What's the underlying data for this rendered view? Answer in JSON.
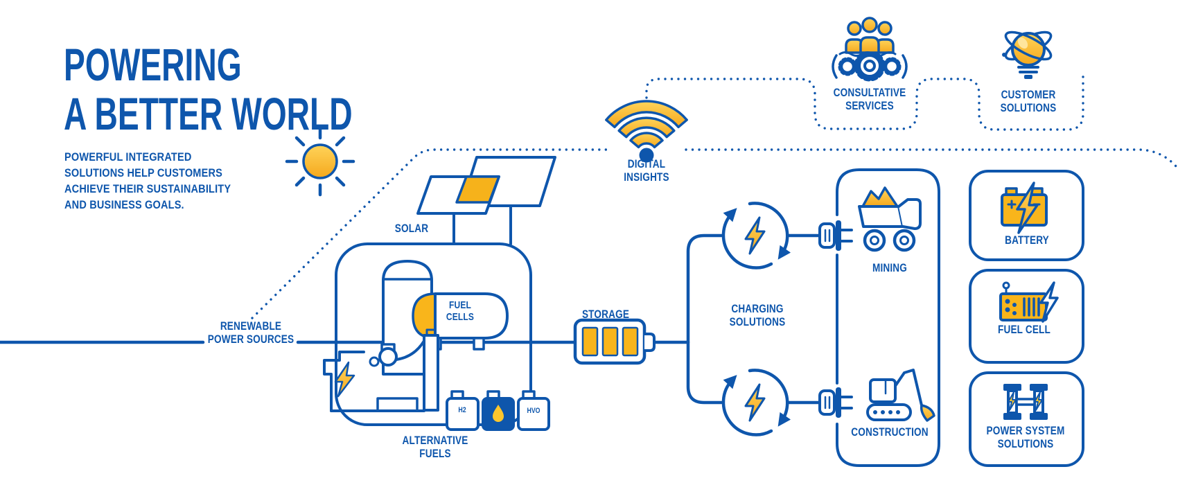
{
  "colors": {
    "primary_blue": "#0e56ac",
    "accent_yellow": "#f9b51c",
    "accent_yellow_light": "#ffd45a",
    "background": "#ffffff"
  },
  "header": {
    "title": "POWERING\nA BETTER WORLD",
    "subtitle": "POWERFUL INTEGRATED\nSOLUTIONS HELP CUSTOMERS\nACHIEVE THEIR SUSTAINABILITY\nAND BUSINESS GOALS."
  },
  "nodes": {
    "renewable_power_sources": "RENEWABLE\nPOWER SOURCES",
    "solar": "SOLAR",
    "fuel_cells_tank": "FUEL\nCELLS",
    "alternative_fuels": "ALTERNATIVE\nFUELS",
    "fuel_can_h2": "H2",
    "fuel_can_hvo": "HVO",
    "storage": "STORAGE",
    "digital_insights": "DIGITAL\nINSIGHTS",
    "consultative_services": "CONSULTATIVE\nSERVICES",
    "customer_solutions": "CUSTOMER\nSOLUTIONS",
    "charging_solutions": "CHARGING\nSOLUTIONS",
    "mining": "MINING",
    "construction": "CONSTRUCTION",
    "battery": "BATTERY",
    "fuel_cell": "FUEL CELL",
    "power_system_solutions": "POWER SYSTEM\nSOLUTIONS"
  },
  "icons": [
    "sun-icon",
    "solar-panels-icon",
    "storage-tank-icon",
    "fuel-cells-tank-icon",
    "generator-icon",
    "fuel-cans-icon",
    "storage-battery-icon",
    "wifi-icon",
    "people-gears-icon",
    "lightbulb-orbit-icon",
    "charging-cycle-icon",
    "plug-icon",
    "mining-truck-icon",
    "excavator-icon",
    "car-battery-icon",
    "fuel-cell-generator-icon",
    "chassis-icon"
  ]
}
